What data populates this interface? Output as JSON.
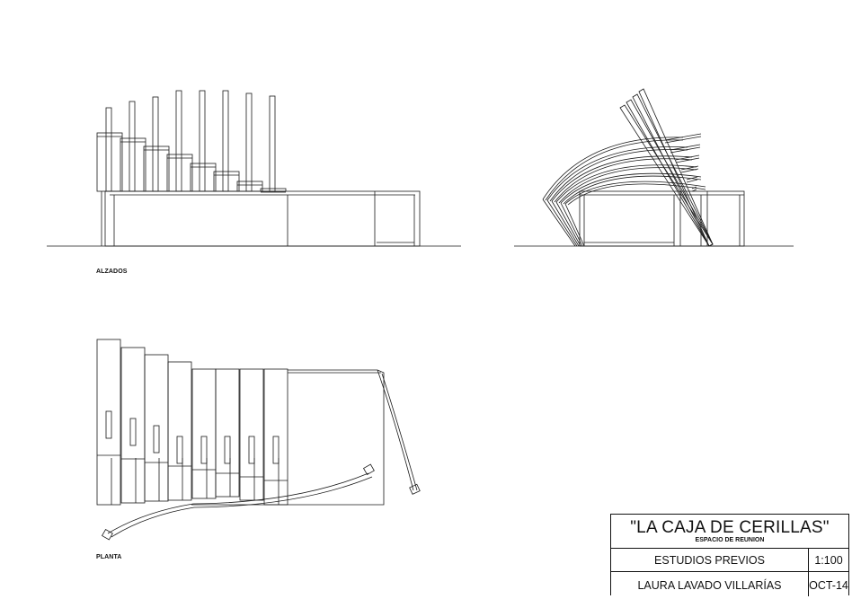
{
  "labels": {
    "elevations": "ALZADOS",
    "plan": "PLANTA"
  },
  "title_block": {
    "title": "\"LA CAJA DE CERILLAS\"",
    "subtitle": "ESPACIO DE REUNION",
    "phase": "ESTUDIOS PREVIOS",
    "scale": "1:100",
    "author": "LAURA LAVADO VILLARÍAS",
    "date": "OCT-14"
  },
  "colors": {
    "line": "#1a1a1a",
    "background": "#ffffff"
  }
}
